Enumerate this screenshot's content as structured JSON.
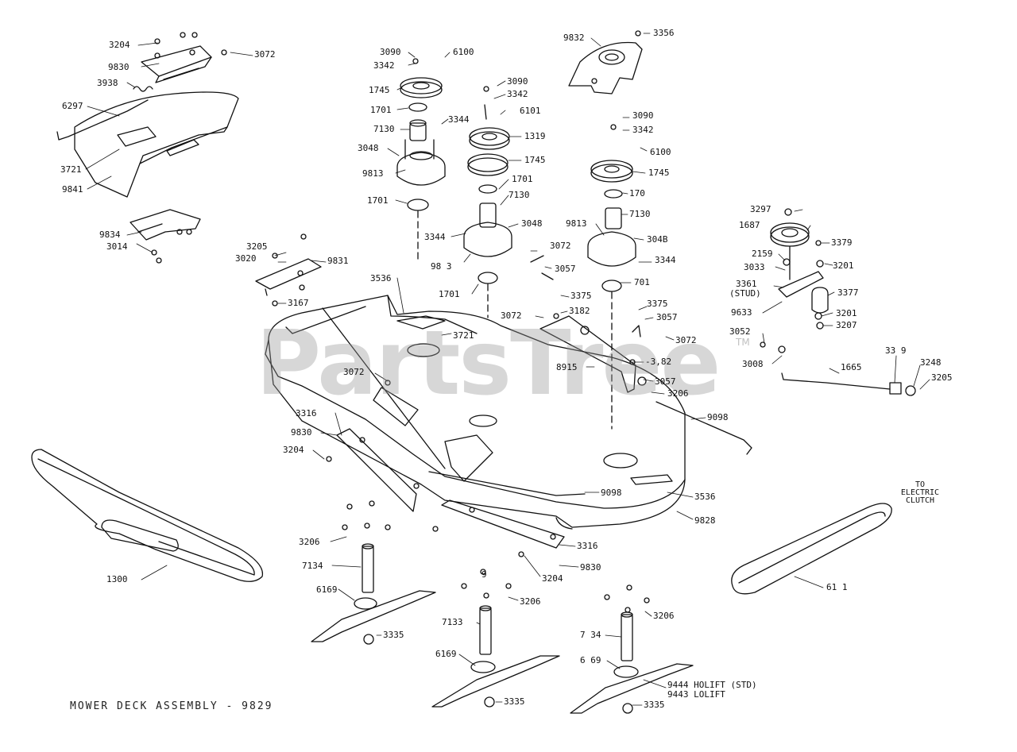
{
  "diagram": {
    "title": "MOWER DECK ASSEMBLY - 9829",
    "watermark": "PartsTree",
    "trademark": "TM",
    "note_clutch": [
      "TO",
      "ELECTRIC",
      "CLUTCH"
    ],
    "labels": {
      "l3204a": "3204",
      "l9830": "9830",
      "l3072a": "3072",
      "l3938": "3938",
      "l6297": "6297",
      "l3721a": "3721",
      "l9841": "9841",
      "l9834": "9834",
      "l3014": "3014",
      "l3090a": "3090",
      "l3342a": "3342",
      "l6100a": "6100",
      "l1745a": "1745",
      "l1701a": "1701",
      "l7130a": "7130",
      "l3344a": "3344",
      "l3048a": "3048",
      "l9813a": "9813",
      "l1701b": "1701",
      "l3090b": "3090",
      "l3342b": "3342",
      "l6101": "6101",
      "l1319": "1319",
      "l1745b": "1745",
      "l1701c": "1701",
      "l7130b": "7130",
      "l3048b": "3048",
      "l3344b": "3344",
      "l9813b": "98 3",
      "l1701d": "1701",
      "l9832": "9832",
      "l3356": "3356",
      "l3090c": "3090",
      "l3342c": "3342",
      "l6100b": "6100",
      "l1745c": "1745",
      "l1701e": "170",
      "l7130c": "7130",
      "l9813c": "9813",
      "l3048c": "304B",
      "l3344c": "3344",
      "l1701f": "701",
      "l3205a": "3205",
      "l3020": "3020",
      "l9831": "9831",
      "l3167": "3167",
      "l3536a": "3536",
      "l3721b": "3721",
      "l3072b": "3072",
      "l3057a": "3057",
      "l3375a": "3375",
      "l3072c": "3072",
      "l3182a": "3182",
      "l3375b": "3375",
      "l3057b": "3057",
      "l3072d": "3072",
      "l8915": "8915",
      "l3182b": "-3,82",
      "l3057c": "3057",
      "l3206a": "3206",
      "l3072e": "3072",
      "l9098a": "9098",
      "l3316a": "3316",
      "l9830b": "9830",
      "l3204b": "3204",
      "l9098b": "9098",
      "l3536b": "3536",
      "l9828": "9828",
      "l3297": "3297",
      "l1687": "1687",
      "l3379": "3379",
      "l2159": "2159",
      "l3201a": "3201",
      "l3033": "3033",
      "l3361": "3361",
      "l3361s": "(STUD)",
      "l3377": "3377",
      "l9633": "9633",
      "l3201b": "3201",
      "l3207": "3207",
      "l3052": "3052",
      "l3008": "3008",
      "l1665": "1665",
      "l3319": "33 9",
      "l3248": "3248",
      "l3205b": "3205",
      "l3206b": "3206",
      "l3316b": "3316",
      "l9830c": "9830",
      "l3204c": "3204",
      "l7134a": "7134",
      "l6169a": "6169",
      "l3335a": "3335",
      "l1300": "1300",
      "l9a": "9",
      "l3206c": "3206",
      "l7133": "7133",
      "l6169b": "6169",
      "l3335b": "3335",
      "l7134b": "7 34",
      "l3206d": "3206",
      "l6169c": "6 69",
      "l9444": "9444 HOLIFT (STD)",
      "l9443": "9443 LOLIFT",
      "l3335c": "3335",
      "l6111": "61 1"
    }
  }
}
